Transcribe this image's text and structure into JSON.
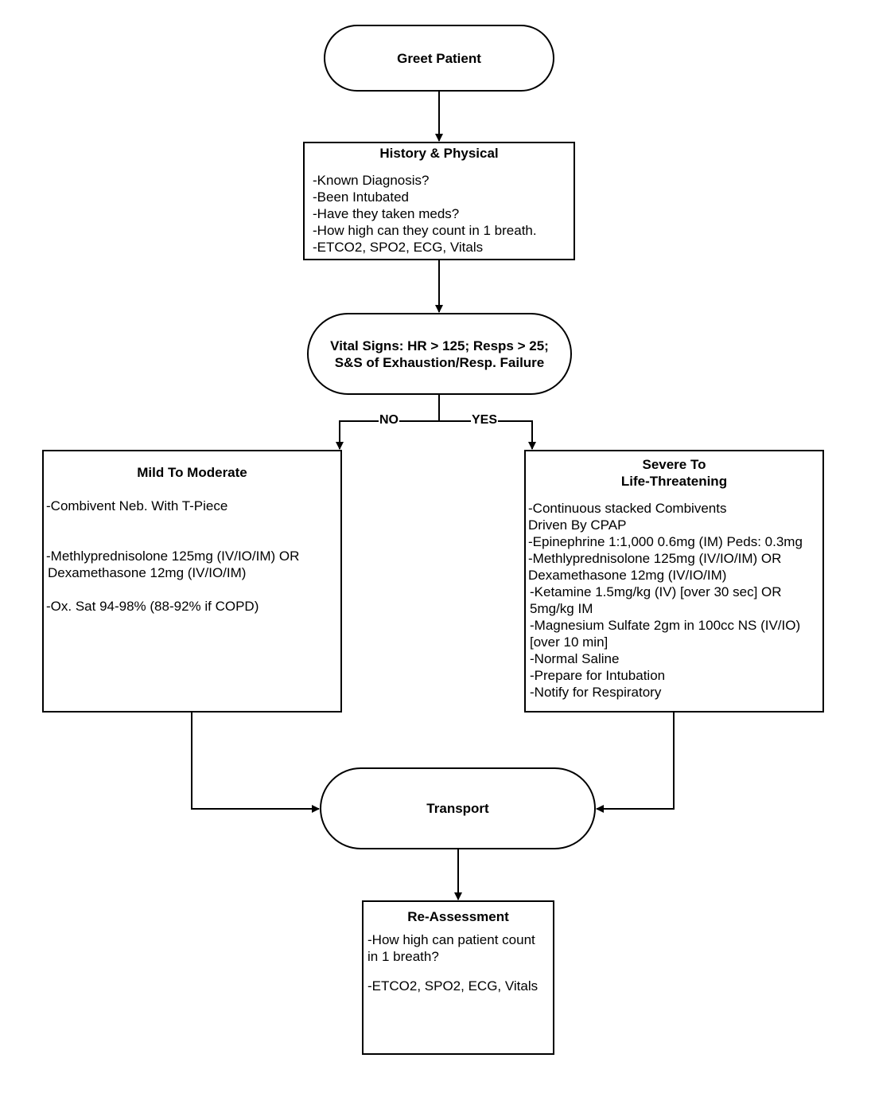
{
  "greet": {
    "label": "Greet Patient"
  },
  "history": {
    "title": "History & Physical",
    "items": [
      "-Known Diagnosis?",
      "-Been Intubated",
      "-Have they taken meds?",
      "-How high can they count in 1 breath.",
      "-ETCO2, SPO2, ECG, Vitals"
    ]
  },
  "vitals": {
    "line1": "Vital Signs: HR > 125; Resps > 25;",
    "line2": "S&S of Exhaustion/Resp. Failure"
  },
  "branches": {
    "no": "NO",
    "yes": "YES"
  },
  "mild": {
    "title": "Mild To Moderate",
    "items": [
      "-Combivent Neb. With T-Piece",
      "-Methlyprednisolone 125mg (IV/IO/IM) OR",
      "Dexamethasone 12mg (IV/IO/IM)",
      "-Ox. Sat 94-98% (88-92% if COPD)"
    ]
  },
  "severe": {
    "title_line1": "Severe To",
    "title_line2": "Life-Threatening",
    "items": [
      "-Continuous stacked Combivents",
      "Driven By CPAP",
      "-Epinephrine 1:1,000 0.6mg (IM) Peds: 0.3mg",
      "-Methlyprednisolone 125mg (IV/IO/IM) OR",
      "Dexamethasone 12mg (IV/IO/IM)",
      "-Ketamine 1.5mg/kg (IV) [over 30 sec] OR",
      "5mg/kg IM",
      "-Magnesium Sulfate 2gm in 100cc NS (IV/IO)",
      "[over 10 min]",
      "-Normal Saline",
      "-Prepare for Intubation",
      "-Notify for Respiratory"
    ]
  },
  "transport": {
    "label": "Transport"
  },
  "reassess": {
    "title": "Re-Assessment",
    "items": [
      "-How high can patient count",
      "in 1 breath?",
      "-ETCO2, SPO2, ECG, Vitals"
    ]
  },
  "colors": {
    "stroke": "#000000",
    "background": "#ffffff"
  }
}
